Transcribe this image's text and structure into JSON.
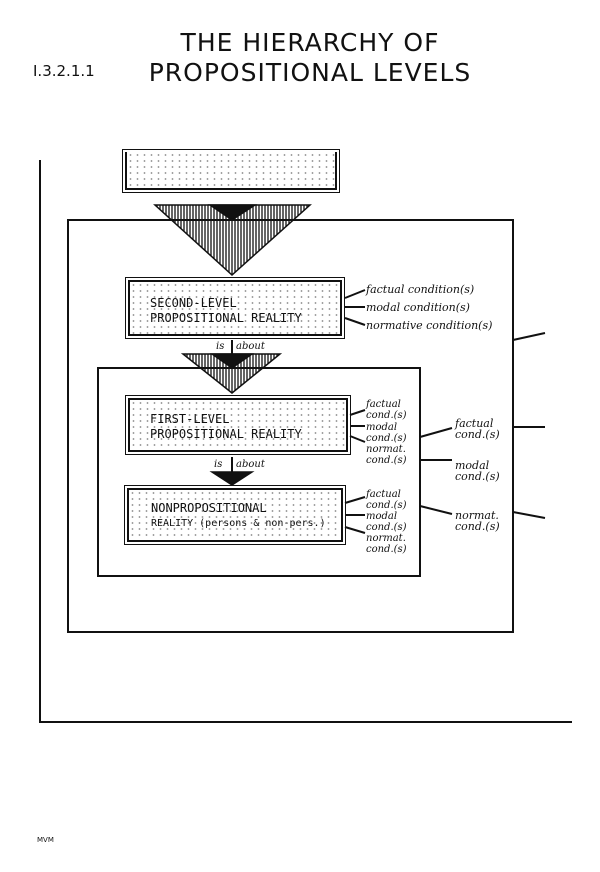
{
  "header": {
    "title_line1": "THE HIERARCHY OF",
    "title_line2": "PROPOSITIONAL LEVELS",
    "section": "I.3.2.1.1"
  },
  "levels": {
    "second": {
      "line1": "SECOND-LEVEL",
      "line2": "PROPOSITIONAL REALITY",
      "conditions": [
        "factual condition(s)",
        "modal condition(s)",
        "normative condition(s)"
      ]
    },
    "first": {
      "line1": "FIRST-LEVEL",
      "line2": "PROPOSITIONAL REALITY",
      "conditions": [
        "factual cond.(s)",
        "modal cond.(s)",
        "normat. cond.(s)"
      ]
    },
    "nonprop": {
      "line1": "NONPROPOSITIONAL",
      "line2": "REALITY (persons & non-pers.)",
      "conditions": [
        "factual cond.(s)",
        "modal cond.(s)",
        "normat. cond.(s)"
      ]
    }
  },
  "inner_frame_conditions": [
    "factual cond.(s)",
    "modal cond.(s)",
    "normat. cond.(s)"
  ],
  "relation_label": {
    "is": "is",
    "about": "about"
  },
  "signature": "MVM"
}
